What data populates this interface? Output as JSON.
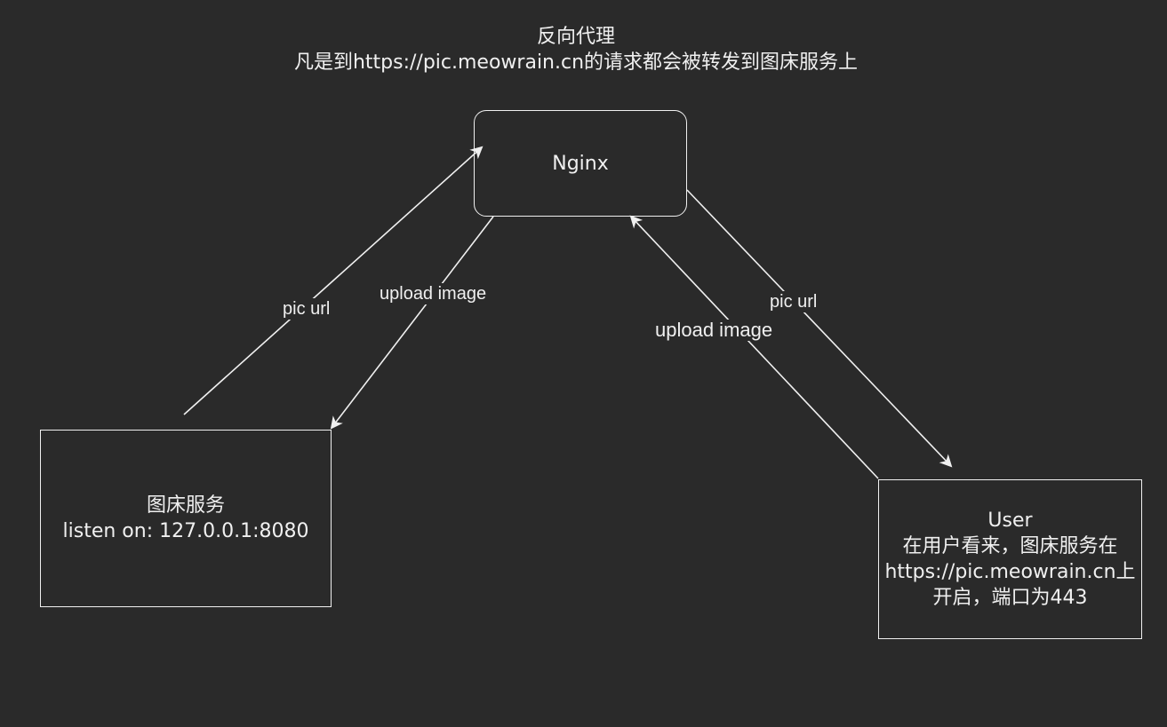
{
  "diagram": {
    "title": {
      "line1": "反向代理",
      "line2": "凡是到https://pic.meowrain.cn的请求都会被转发到图床服务上"
    },
    "nodes": {
      "nginx": {
        "label": "Nginx"
      },
      "image_bed": {
        "line1": "图床服务",
        "line2": "listen on: 127.0.0.1:8080"
      },
      "user": {
        "line1": "User",
        "line2": "在用户看来，图床服务在",
        "line3": "https://pic.meowrain.cn上",
        "line4": "开启，端口为443"
      }
    },
    "edges": [
      {
        "id": "imgbed-to-nginx",
        "from": "image_bed",
        "to": "nginx",
        "label": "pic url"
      },
      {
        "id": "nginx-to-imgbed",
        "from": "nginx",
        "to": "image_bed",
        "label": "upload image"
      },
      {
        "id": "nginx-to-user",
        "from": "nginx",
        "to": "user",
        "label": "pic url"
      },
      {
        "id": "user-to-nginx",
        "from": "user",
        "to": "nginx",
        "label": "upload image"
      }
    ],
    "colors": {
      "background": "#2a2a2a",
      "stroke": "#f0f0f0",
      "text": "#f0f0f0"
    }
  }
}
